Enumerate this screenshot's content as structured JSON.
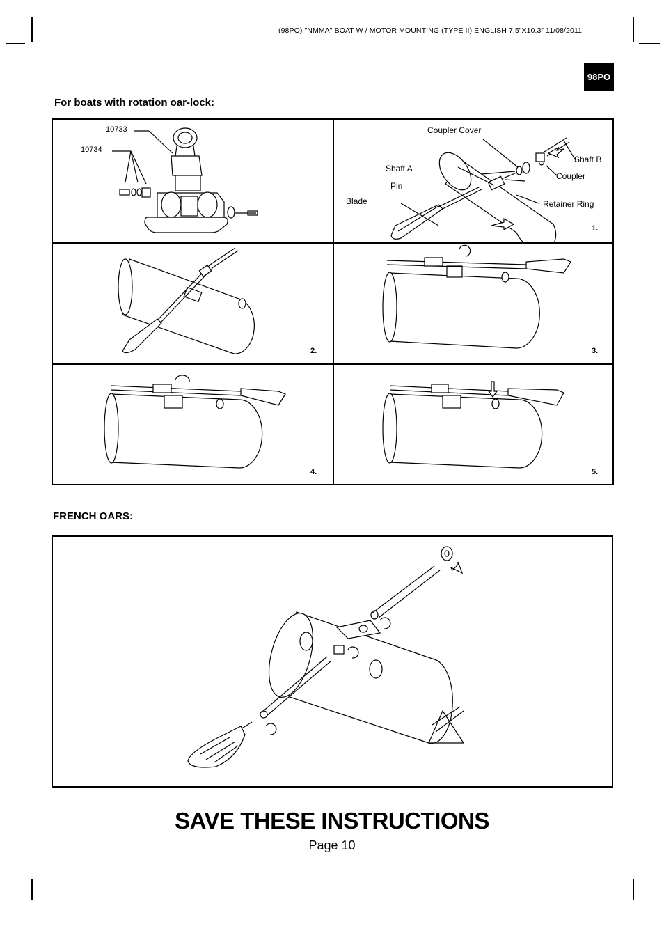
{
  "header": {
    "doc_line": "(98PO)  \"NMMA\" BOAT W / MOTOR MOUNTING (TYPE II)  ENGLISH  7.5”X10.3”  11/08/2011",
    "badge": "98PO"
  },
  "rotation_section": {
    "title": "For boats with rotation oar-lock:",
    "part_numbers": [
      "10733",
      "10734"
    ],
    "panel1_labels": {
      "coupler_cover": "Coupler Cover",
      "shaft_b": "Shaft B",
      "shaft_a": "Shaft A",
      "coupler": "Coupler",
      "pin": "Pin",
      "blade": "Blade",
      "retainer_ring": "Retainer Ring"
    },
    "steps": [
      "1.",
      "2.",
      "3.",
      "4.",
      "5."
    ]
  },
  "french_section": {
    "title": "FRENCH OARS:"
  },
  "footer": {
    "title": "SAVE THESE INSTRUCTIONS",
    "page": "Page 10"
  }
}
